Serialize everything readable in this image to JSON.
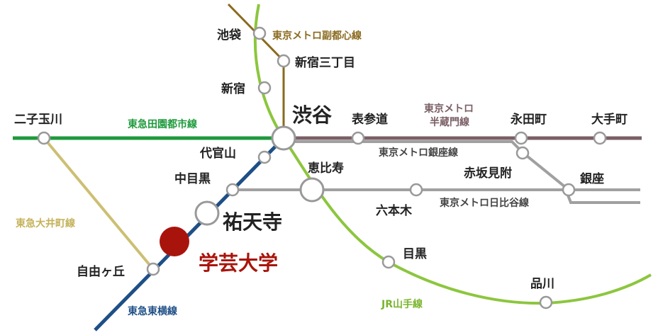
{
  "lines": {
    "fukutoshin": {
      "name": "東京メトロ副都心線",
      "color": "#8a6a1e"
    },
    "hanzomon": {
      "name": "東京メトロ半蔵門線",
      "name_line1": "東京メトロ",
      "name_line2": "半蔵門線",
      "color": "#7a5f66"
    },
    "ginza": {
      "name": "東京メトロ銀座線",
      "color": "#a0a0a0"
    },
    "hibiya": {
      "name": "東京メトロ日比谷線",
      "color": "#a0a0a0"
    },
    "denentoshi": {
      "name": "東急田園都市線",
      "color": "#1f9a3c"
    },
    "oimachi": {
      "name": "東急大井町線",
      "color": "#cdbf72"
    },
    "toyoko": {
      "name": "東急東横線",
      "color": "#1e4f86"
    },
    "yamanote": {
      "name": "JR山手線",
      "color": "#8cc63e"
    }
  },
  "stations": {
    "ikebukuro": "池袋",
    "shinjuku_sanchome": "新宿三丁目",
    "shinjuku": "新宿",
    "shibuya": "渋谷",
    "omotesando": "表参道",
    "nagatacho": "永田町",
    "otemachi": "大手町",
    "futako_tamagawa": "二子玉川",
    "daikanyama": "代官山",
    "ebisu": "恵比寿",
    "akasaka_mitsuke": "赤坂見附",
    "naka_meguro": "中目黒",
    "ginza": "銀座",
    "roppongi": "六本木",
    "yutenji": "祐天寺",
    "gakugei_daigaku": "学芸大学",
    "jiyugaoka": "自由ヶ丘",
    "meguro": "目黒",
    "shinagawa": "品川"
  },
  "highlight_color": "#a8140c",
  "highlight_text_color": "#a8140c"
}
